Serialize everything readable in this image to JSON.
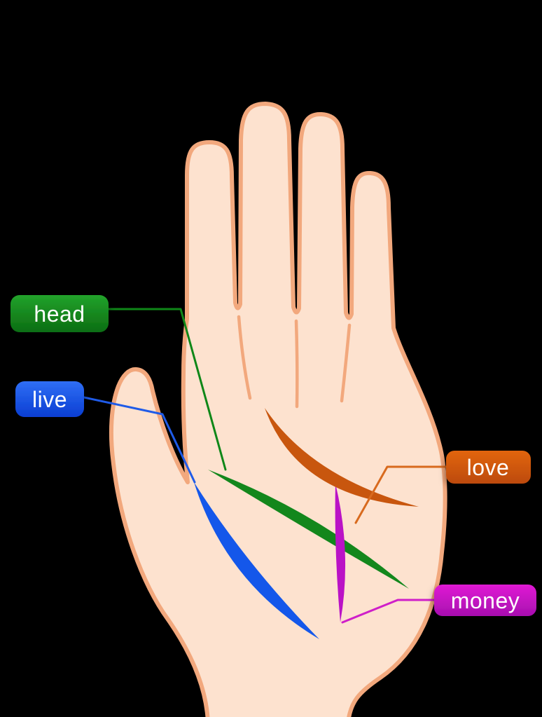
{
  "scene": {
    "background": "#000000",
    "description": "palmistry hand diagram with labeled palm lines"
  },
  "hand": {
    "fill": "#fde2cf",
    "outline": "#f2a87d"
  },
  "labels": {
    "text_color": "#ffffff"
  },
  "lines": {
    "head": {
      "label": "head",
      "line_color": "#13871c",
      "connector_color": "#0f8718",
      "badge_from": "#22a32b",
      "badge_to": "#0c6d13"
    },
    "live": {
      "label": "live",
      "line_color": "#1457ea",
      "connector_color": "#1f5be8",
      "badge_from": "#2f6ef5",
      "badge_to": "#0a3ed2"
    },
    "love": {
      "label": "love",
      "line_color": "#c8560e",
      "connector_color": "#d86a1e",
      "badge_from": "#e2650e",
      "badge_to": "#bc4a0c"
    },
    "money": {
      "label": "money",
      "line_color": "#ba12c6",
      "connector_color": "#cf1fc9",
      "badge_from": "#e01ad4",
      "badge_to": "#a70faf"
    }
  }
}
